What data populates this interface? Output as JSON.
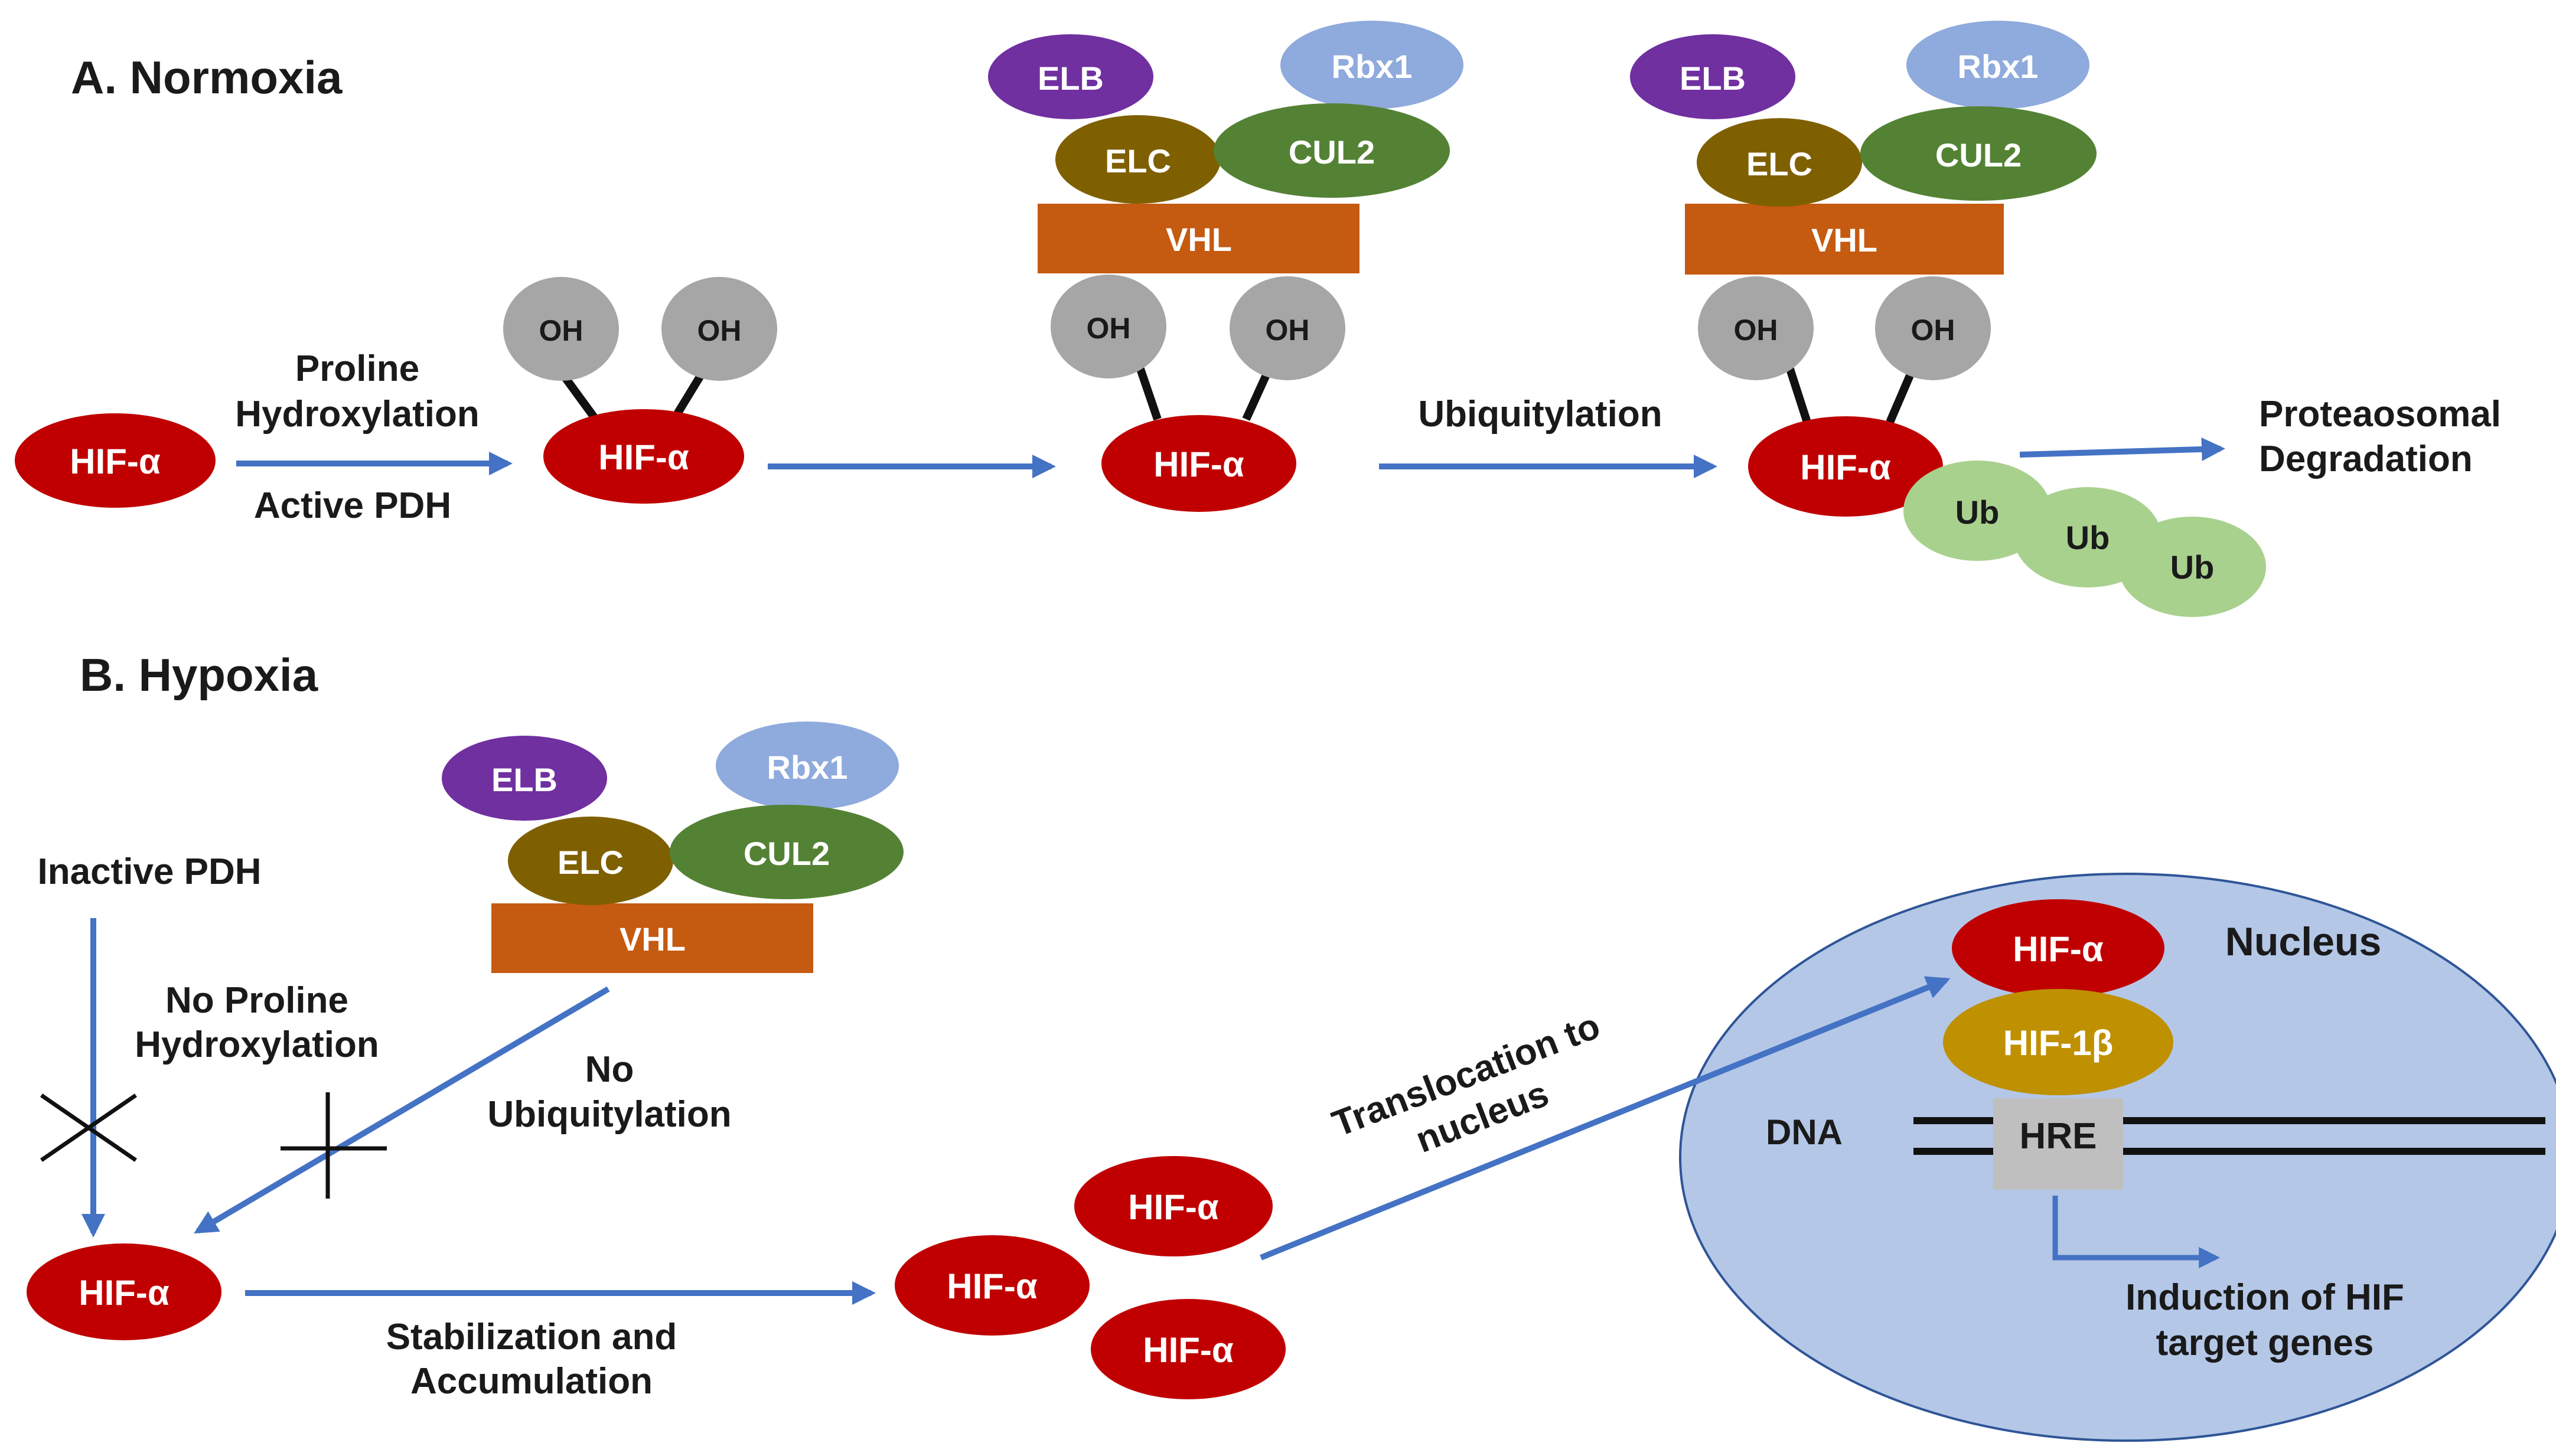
{
  "sections": {
    "normoxia": "A. Normoxia",
    "hypoxia": "B. Hypoxia"
  },
  "molecules": {
    "hif_alpha": "HIF-α",
    "hif_1beta": "HIF-1β",
    "oh": "OH",
    "vhl": "VHL",
    "elb": "ELB",
    "elc": "ELC",
    "cul2": "CUL2",
    "rbx1": "Rbx1",
    "ub": "Ub",
    "hre": "HRE",
    "dna": "DNA",
    "nucleus": "Nucleus"
  },
  "labels": {
    "proline_hydroxylation": [
      "Proline",
      "Hydroxylation"
    ],
    "active_pdh": "Active PDH",
    "ubiquitylation": "Ubiquitylation",
    "proteasomal_degradation": [
      "Proteaosomal",
      "Degradation"
    ],
    "inactive_pdh": "Inactive PDH",
    "no_proline_hydroxylation": [
      "No Proline",
      "Hydroxylation"
    ],
    "no_ubiquitylation": [
      "No",
      "Ubiquitylation"
    ],
    "translocation": [
      "Translocation to",
      "nucleus"
    ],
    "stabilization": [
      "Stabilization and",
      "Accumulation"
    ],
    "induction": [
      "Induction of HIF",
      "target genes"
    ]
  },
  "colors": {
    "hif_alpha": "#c00000",
    "oh": "#a6a6a6",
    "vhl": "#c55a11",
    "elb": "#7030a0",
    "elc": "#7f6000",
    "cul2": "#548235",
    "rbx1": "#8faadc",
    "ub": "#a9d18e",
    "hif_1beta": "#bf9000",
    "hre": "#bfbfbf",
    "nucleus_fill": "#b4c7e7",
    "nucleus_stroke": "#2f5597",
    "arrow": "#4472c4"
  }
}
